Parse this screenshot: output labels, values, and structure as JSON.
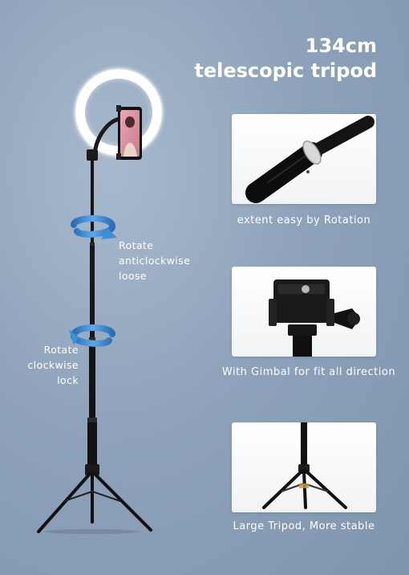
{
  "title": {
    "line1": "134cm",
    "line2": "telescopic tripod"
  },
  "annotations": {
    "loosen": [
      "Rotate",
      "anticlockwise",
      "loose"
    ],
    "lock": [
      "Rotate",
      "clockwise",
      "lock"
    ]
  },
  "features": [
    {
      "caption": "extent easy by Rotation",
      "icon": "telescopic-pole-icon"
    },
    {
      "caption": "With Gimbal for fit all direction",
      "icon": "gimbal-mount-icon"
    },
    {
      "caption": "Large Tripod, More stable",
      "icon": "tripod-base-icon"
    }
  ],
  "colors": {
    "background": "#8ea3bb",
    "text": "#ffffff",
    "arrow": "#3d8fd8",
    "stand": "#141414"
  }
}
